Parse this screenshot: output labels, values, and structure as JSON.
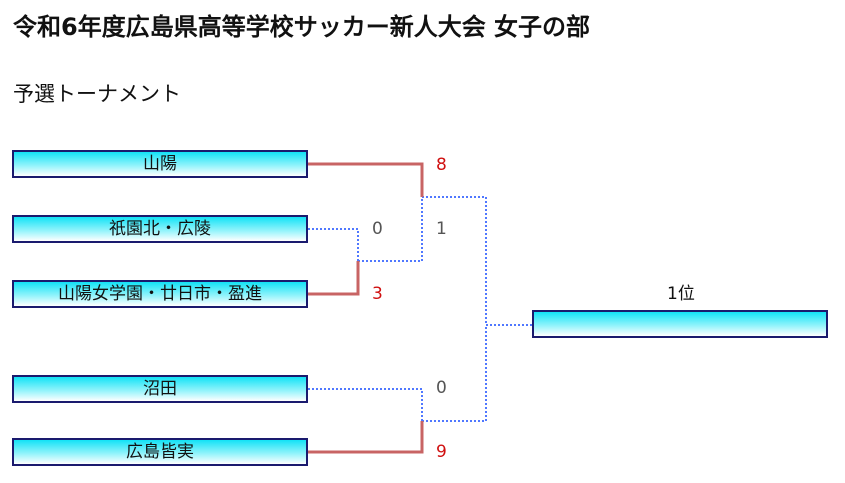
{
  "title": "令和6年度広島県高等学校サッカー新人大会 女子の部",
  "subtitle": "予選トーナメント",
  "teams": [
    {
      "name": "山陽"
    },
    {
      "name": "祇園北・広陵"
    },
    {
      "name": "山陽女学園・廿日市・盈進"
    },
    {
      "name": "沼田"
    },
    {
      "name": "広島皆実"
    }
  ],
  "matches": [
    {
      "top_score": "0",
      "bottom_score": "3",
      "winner": "bottom"
    },
    {
      "top_score": "8",
      "bottom_score": "1",
      "winner": "top"
    },
    {
      "top_score": "0",
      "bottom_score": "9",
      "winner": "bottom"
    }
  ],
  "final": {
    "label": "1位"
  },
  "colors": {
    "win_line": "#c86464",
    "lose_line": "#5078ff",
    "win_score": "#d01010",
    "lose_score": "#555555"
  }
}
